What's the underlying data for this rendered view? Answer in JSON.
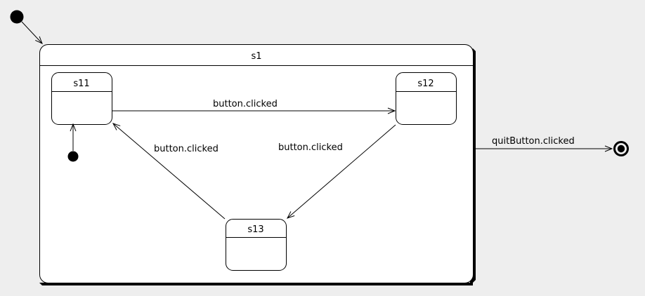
{
  "diagram": {
    "type": "uml-state-machine",
    "background_color": "#eeeeee",
    "line_color": "#000000",
    "state_fill_color": "#ffffff",
    "composite_state": {
      "name": "s1",
      "substates": [
        {
          "id": "s11",
          "name": "s11"
        },
        {
          "id": "s12",
          "name": "s12"
        },
        {
          "id": "s13",
          "name": "s13"
        }
      ],
      "initial_pseudostate": "filled-circle"
    },
    "start_node": {
      "name": "initial-state",
      "shape": "filled-circle"
    },
    "end_node": {
      "name": "final-state",
      "shape": "double-circle"
    },
    "transitions": [
      {
        "id": "start-to-s1",
        "from": "initial-state",
        "to": "s1",
        "label": ""
      },
      {
        "id": "inner-initial-to-s11",
        "from": "inner-initial",
        "to": "s11",
        "label": ""
      },
      {
        "id": "s11-to-s12",
        "from": "s11",
        "to": "s12",
        "label": "button.clicked"
      },
      {
        "id": "s12-to-s13",
        "from": "s12",
        "to": "s13",
        "label": "button.clicked"
      },
      {
        "id": "s13-to-s11",
        "from": "s13",
        "to": "s11",
        "label": "button.clicked"
      },
      {
        "id": "s1-to-final",
        "from": "s1",
        "to": "final-state",
        "label": "quitButton.clicked"
      }
    ]
  }
}
